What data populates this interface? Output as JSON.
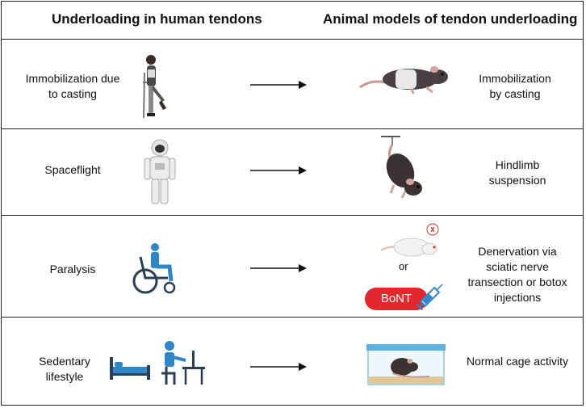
{
  "headers": {
    "left": "Underloading in human tendons",
    "right": "Animal models of tendon underloading"
  },
  "rows": [
    {
      "human": "Immobilization due to casting",
      "human_lines": [
        "Immobilization due",
        "to casting"
      ],
      "animal_lines": [
        "Immobilization",
        "by casting"
      ]
    },
    {
      "human": "Spaceflight",
      "human_lines": [
        "Spaceflight"
      ],
      "animal_lines": [
        "Hindlimb",
        "suspension"
      ]
    },
    {
      "human": "Paralysis",
      "human_lines": [
        "Paralysis"
      ],
      "animal_lines": [
        "Denervation via",
        "sciatic nerve",
        "transection or botox",
        "injections"
      ]
    },
    {
      "human": "Sedentary lifestyle",
      "human_lines": [
        "Sedentary",
        "lifestyle"
      ],
      "animal_lines": [
        "Normal cage activity"
      ]
    }
  ],
  "paralysis_alt": {
    "or": "or",
    "bont": "BoNT"
  },
  "colors": {
    "border": "#222222",
    "bont": "#e2282c",
    "icon_blue": "#2f86c8",
    "mouse_dark": "#3b3234"
  },
  "icons": [
    "crutches-person-icon",
    "astronaut-icon",
    "wheelchair-icon",
    "bed-icon",
    "desk-worker-icon",
    "casted-mouse-icon",
    "suspended-mouse-icon",
    "white-mouse-icon",
    "syringe-icon",
    "caged-mouse-icon"
  ]
}
